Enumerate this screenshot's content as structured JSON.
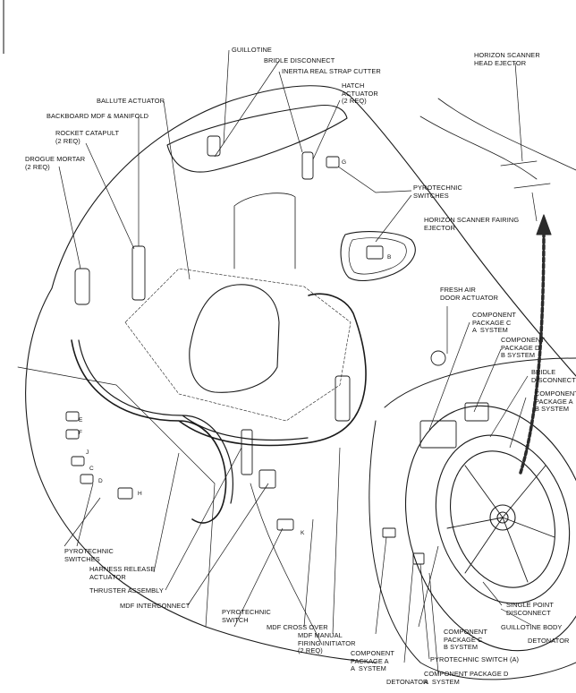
{
  "labels": {
    "guillotine": "GUILLOTINE",
    "bridle_disconnect_top": "BRIDLE DISCONNECT",
    "inertia_reel": "INERTIA REAL STRAP CUTTER",
    "hatch_actuator": "HATCH\nACTUATOR\n(2 REQ)",
    "ballute_actuator": "BALLUTE ACTUATOR",
    "backboard_mdf": "BACKBOARD MDF & MANIFOLD",
    "rocket_catapult": "ROCKET CATAPULT\n(2 REQ)",
    "drogue_mortar": "DROGUE MORTAR\n(2 REQ)",
    "pyro_switches_top": "PYROTECHNIC\nSWITCHES",
    "horizon_scanner_head": "HORIZON SCANNER\nHEAD EJECTOR",
    "horizon_scanner_fairing": "HORIZON SCANNER FAIRING\nEJECTOR",
    "fresh_air_door": "FRESH AIR\nDOOR ACTUATOR",
    "comp_pkg_c_a": "COMPONENT\nPACKAGE C\nA  SYSTEM",
    "comp_pkg_d_b": "COMPONENT\nPACKAGE D\nB SYSTEM",
    "bridle_disconnect_right": "BRIDLE\nDISCONNECT",
    "comp_pkg_a_b": "COMPONENT\nPACKAGE A\nB SYSTEM",
    "pyro_switches_left": "PYROTECHNIC\nSWITCHES",
    "harness_release": "HARNESS RELEASE\nACTUATOR",
    "thruster_assembly": "THRUSTER ASSEMBLY",
    "mdf_interconnect": "MDF INTERCONNECT",
    "pyro_switch_bottom": "PYROTECHNIC\nSWITCH",
    "mdf_cross_over": "MDF CROSS OVER",
    "mdf_manual": "MDF MANUAL\nFIRING INITIATOR\n(2 REQ)",
    "comp_pkg_a_a": "COMPONENT\nPACKAGE A\nA  SYSTEM",
    "detonator_bottom": "DETONATOR",
    "comp_pkg_c_b": "COMPONENT\nPACKAGE C\nB SYSTEM",
    "pyro_switch_a": "PYROTECHNIC SWITCH (A)",
    "comp_pkg_d_a": "COMPONENT PACKAGE D\nA  SYSTEM",
    "single_point": "SINGLE POINT\nDISCONNECT",
    "guillotine_body": "GUILLOTINE BODY",
    "detonator_right": "DETONATOR"
  },
  "tags": {
    "b": "B",
    "g": "G",
    "e": "E",
    "f": "F",
    "j": "J",
    "c": "C",
    "d": "D",
    "h": "H",
    "k": "K"
  }
}
